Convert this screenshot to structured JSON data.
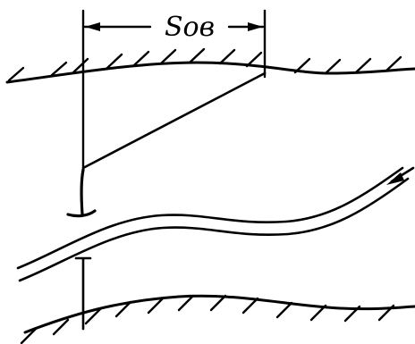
{
  "diagram": {
    "dimension_label": "Sов",
    "colors": {
      "ink": "#000000",
      "paper": "#ffffff"
    },
    "elements": [
      "upper-wall-surface",
      "upper-wall-hatching",
      "dimension-line",
      "inclined-line",
      "hook-tip",
      "channel-tube",
      "flow-arrow",
      "gap-marker",
      "lower-wall-surface",
      "lower-wall-hatching"
    ]
  }
}
